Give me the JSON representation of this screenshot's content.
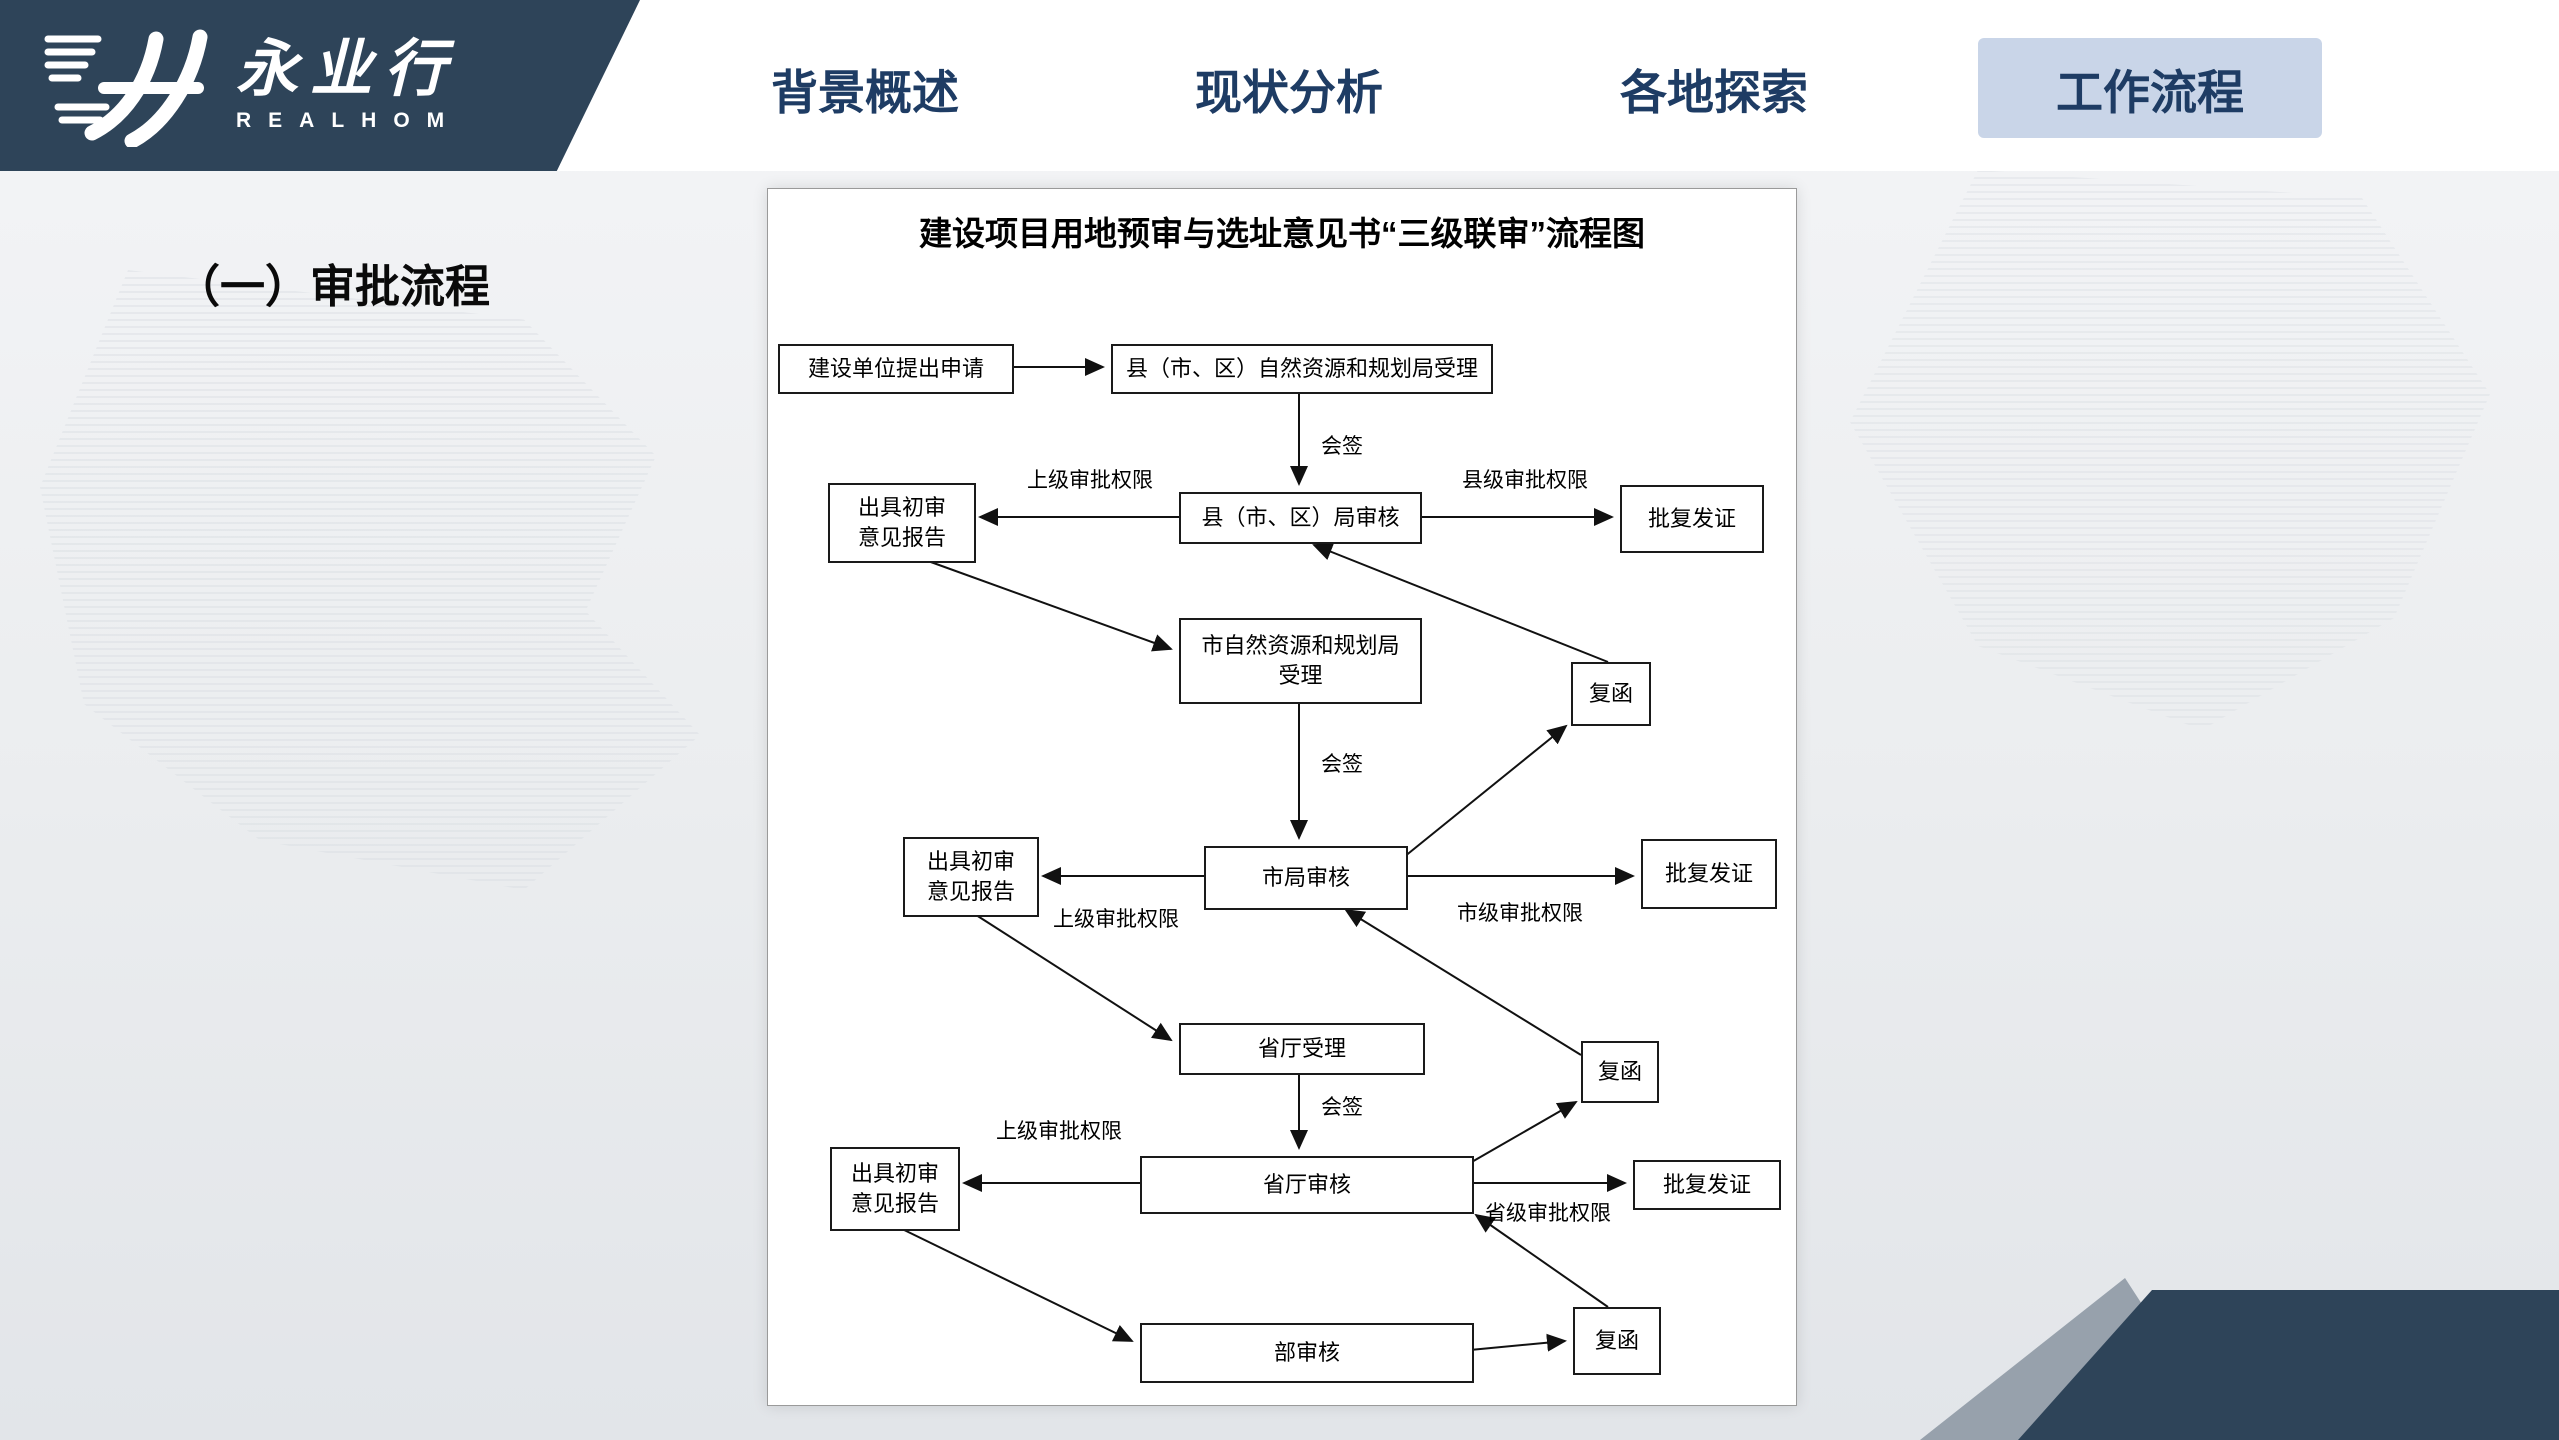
{
  "colors": {
    "brand_navy": "#2e4459",
    "tab_text": "#1e3c64",
    "active_tab_bg": "#c9d5e8",
    "slide_bg": "#ebedef"
  },
  "header": {
    "logo": {
      "name": "永业行",
      "subtitle": "REALHOM"
    },
    "tabs": [
      {
        "label": "背景概述",
        "active": false
      },
      {
        "label": "现状分析",
        "active": false
      },
      {
        "label": "各地探索",
        "active": false
      },
      {
        "label": "工作流程",
        "active": true
      }
    ]
  },
  "section_title": "（一）审批流程",
  "flowchart": {
    "title": "建设项目用地预审与选址意见书“三级联审”流程图",
    "boxes": {
      "apply": "建设单位提出申请",
      "county_accept": "县（市、区）自然资源和规划局受理",
      "county_review": "县（市、区）局审核",
      "report1": "出具初审\n意见报告",
      "license1": "批复发证",
      "city_accept": "市自然资源和规划局\n受理",
      "reply1": "复函",
      "city_review": "市局审核",
      "report2": "出具初审\n意见报告",
      "license2": "批复发证",
      "prov_accept": "省厅受理",
      "reply2": "复函",
      "prov_review": "省厅审核",
      "report3": "出具初审\n意见报告",
      "license3": "批复发证",
      "ministry_review": "部审核",
      "reply3": "复函"
    },
    "labels": {
      "countersign1": "会签",
      "upper1": "上级审批权限",
      "county_level": "县级审批权限",
      "countersign2": "会签",
      "upper2": "上级审批权限",
      "city_level": "市级审批权限",
      "countersign3": "会签",
      "upper3": "上级审批权限",
      "prov_level": "省级审批权限"
    }
  }
}
